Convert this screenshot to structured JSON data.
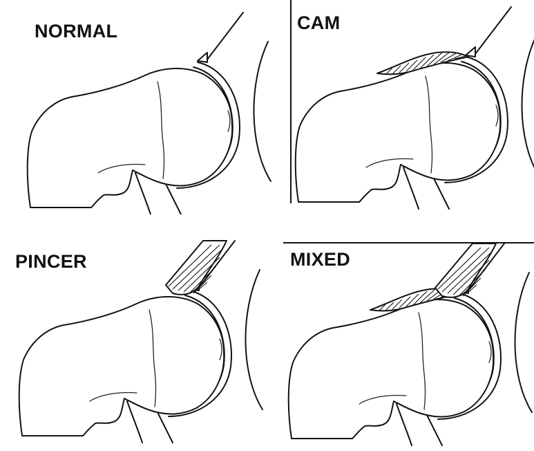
{
  "panels": [
    {
      "label": "NORMAL"
    },
    {
      "label": "CAM"
    },
    {
      "label": "PINCER"
    },
    {
      "label": "MIXED"
    }
  ]
}
